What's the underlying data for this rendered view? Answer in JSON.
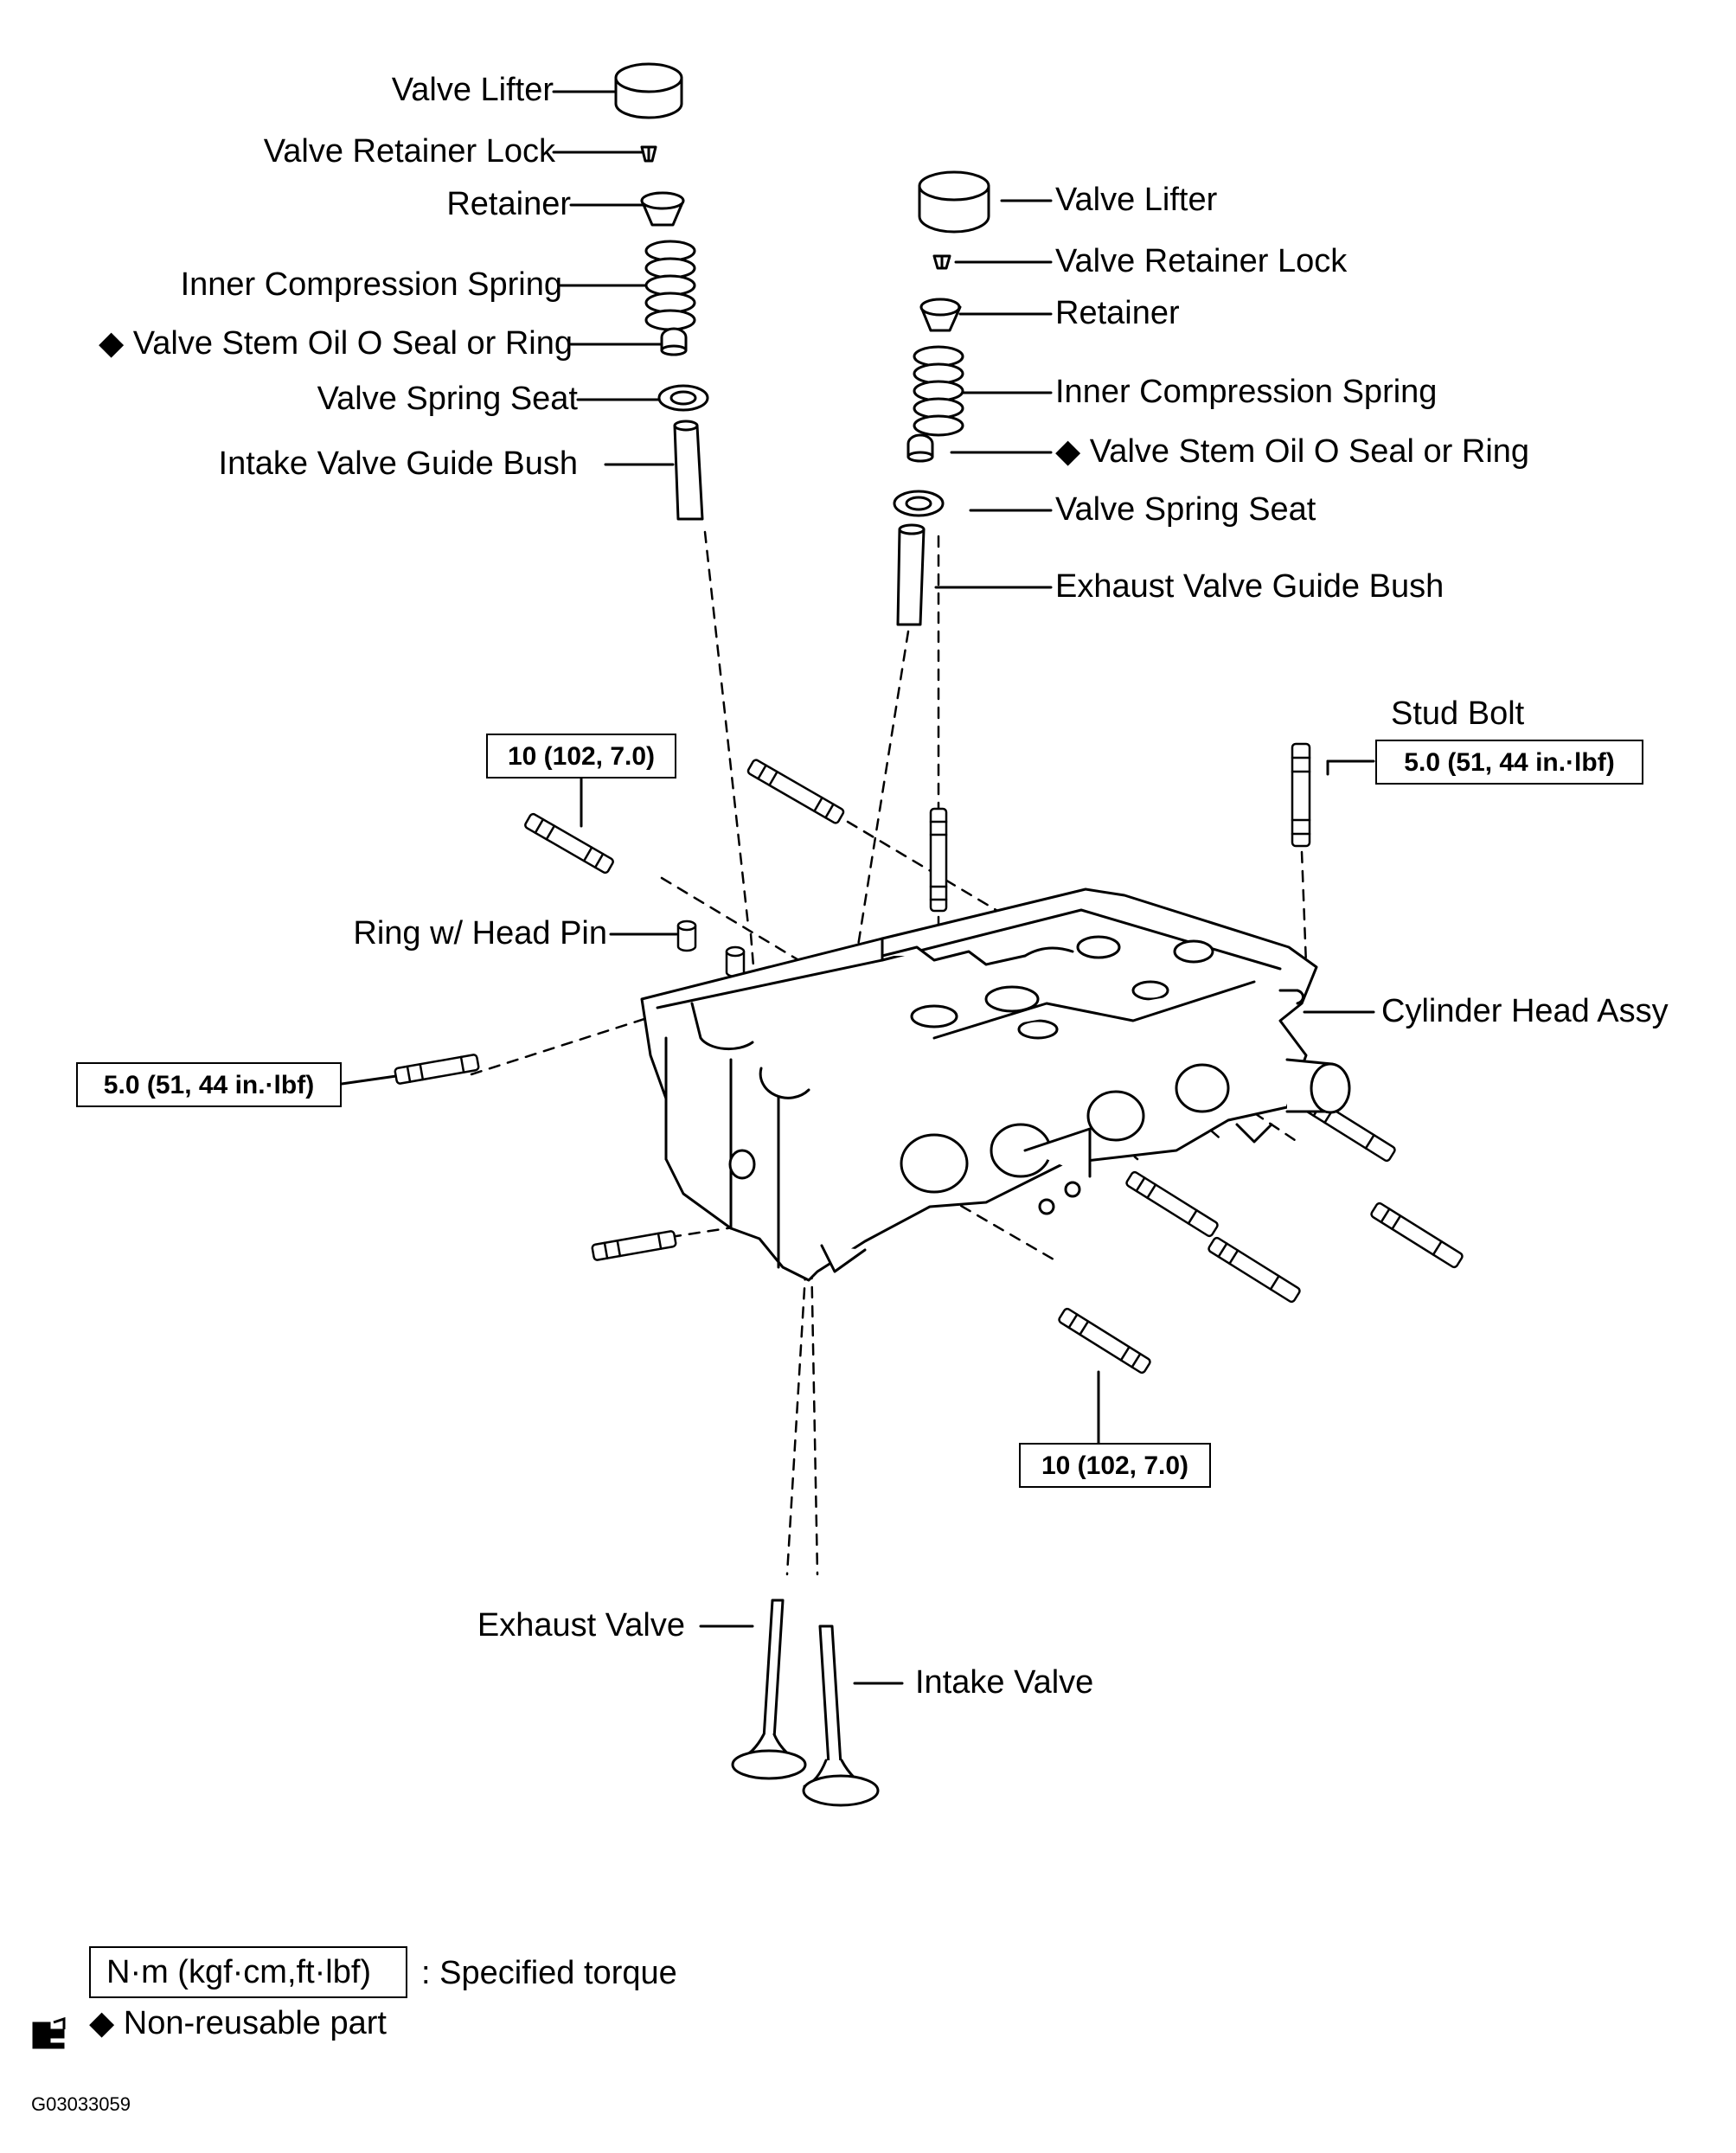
{
  "intake_side": {
    "valve_lifter": "Valve Lifter",
    "retainer_lock": "Valve Retainer Lock",
    "retainer": "Retainer",
    "spring": "Inner Compression Spring",
    "stem_seal": "◆ Valve Stem Oil O Seal or Ring",
    "spring_seat": "Valve Spring Seat",
    "guide_bush": "Intake Valve Guide Bush"
  },
  "exhaust_side": {
    "valve_lifter": "Valve Lifter",
    "retainer_lock": "Valve Retainer Lock",
    "retainer": "Retainer",
    "spring": "Inner Compression Spring",
    "stem_seal": "◆ Valve Stem Oil O Seal or Ring",
    "spring_seat": "Valve Spring Seat",
    "guide_bush": "Exhaust Valve Guide Bush"
  },
  "head": {
    "stud_bolt": "Stud Bolt",
    "ring_head_pin": "Ring w/ Head Pin",
    "cylinder_head": "Cylinder Head Assy",
    "exhaust_valve": "Exhaust Valve",
    "intake_valve": "Intake Valve"
  },
  "torque": {
    "top_left": "10 (102, 7.0)",
    "stud_bolt": "5.0 (51, 44 in.·lbf)",
    "left": "5.0 (51, 44 in.·lbf)",
    "bottom": "10 (102, 7.0)"
  },
  "legend": {
    "unit_box": "N·m (kgf·cm,ft·lbf)",
    "unit_desc": ": Specified torque",
    "nonreusable": "◆ Non-reusable part"
  },
  "figure_id": "G03033059",
  "icons": [
    "wrench-icon",
    "diamond-icon"
  ]
}
